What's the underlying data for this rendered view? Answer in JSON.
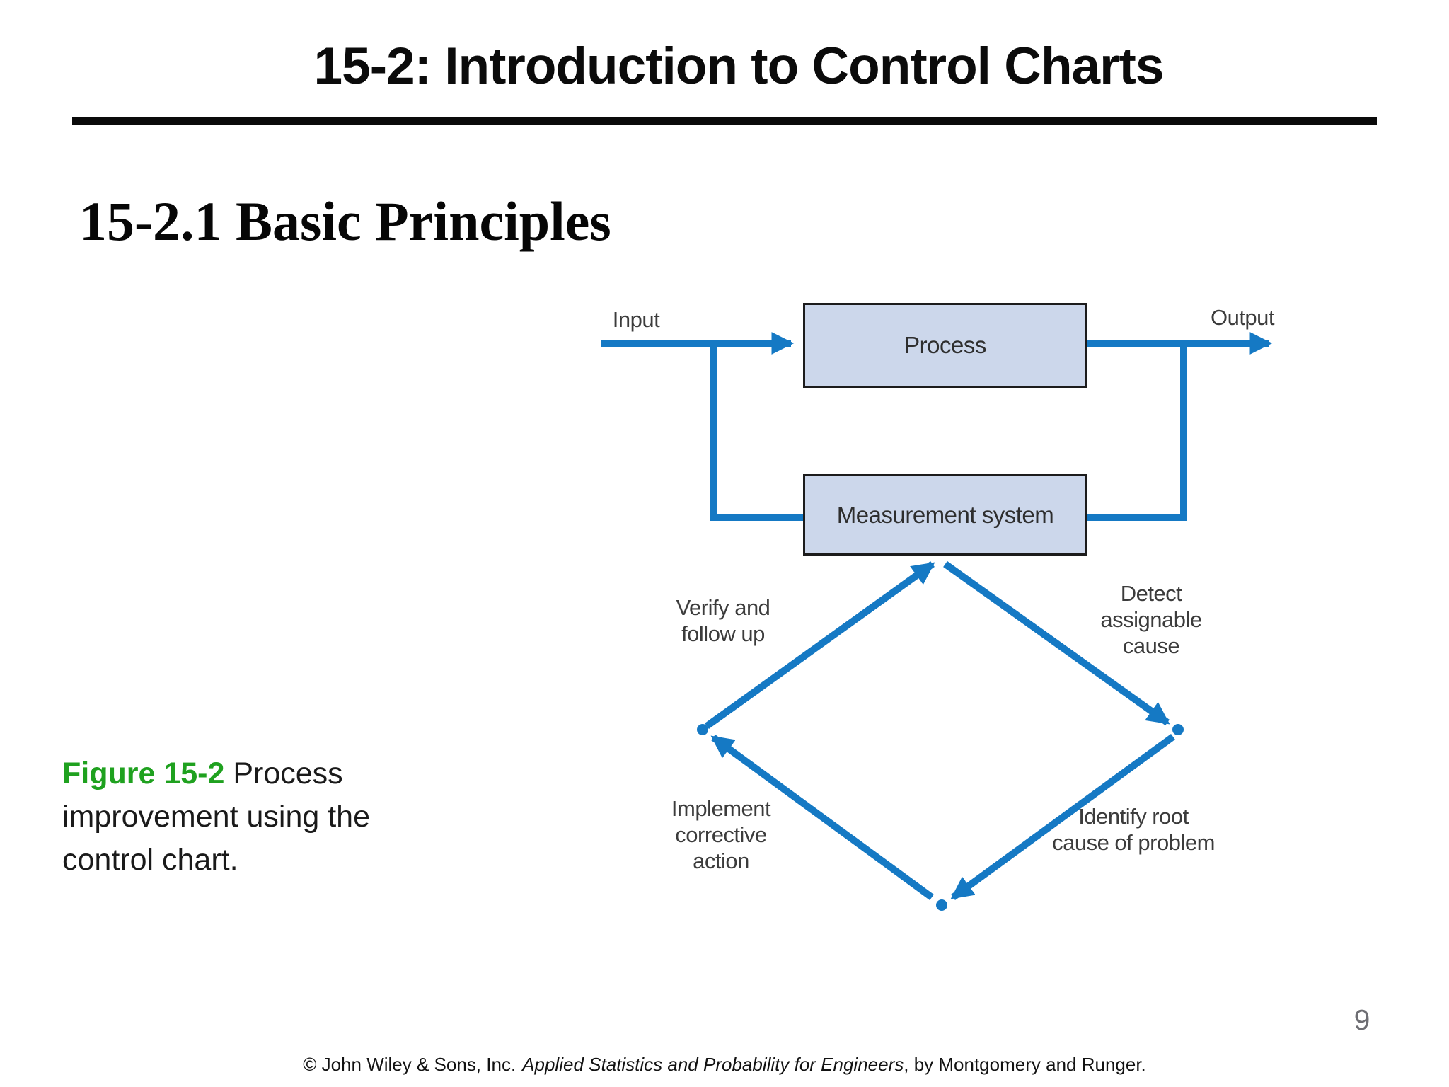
{
  "slide": {
    "title": "15-2: Introduction to Control Charts",
    "section_heading": "15-2.1 Basic Principles",
    "page_number": "9",
    "footer": {
      "prefix": "© John Wiley & Sons, Inc.",
      "book_title": "Applied Statistics and Probability for Engineers",
      "suffix": ", by Montgomery and Runger."
    }
  },
  "figure": {
    "caption": {
      "label": "Figure 15-2",
      "text": " Process improvement using the control chart."
    },
    "nodes": {
      "process": "Process",
      "measurement": "Measurement system"
    },
    "flow_labels": {
      "input": "Input",
      "output": "Output"
    },
    "cycle_labels": {
      "verify": "Verify and\nfollow up",
      "detect": "Detect\nassignable\ncause",
      "implement": "Implement\ncorrective\naction",
      "identify": "Identify root\ncause of problem"
    },
    "cycle_order": [
      "Detect assignable cause",
      "Identify root cause of problem",
      "Implement corrective action",
      "Verify and follow up"
    ]
  },
  "colors": {
    "arrow_blue": "#1579c4",
    "node_fill": "#ccd7eb",
    "node_border": "#1c1c1c",
    "figure_label_green": "#1fa11f",
    "page_number_gray": "#6e6e73",
    "text_black": "#0b0b0b",
    "diagram_text_gray": "#3c3c3c"
  }
}
